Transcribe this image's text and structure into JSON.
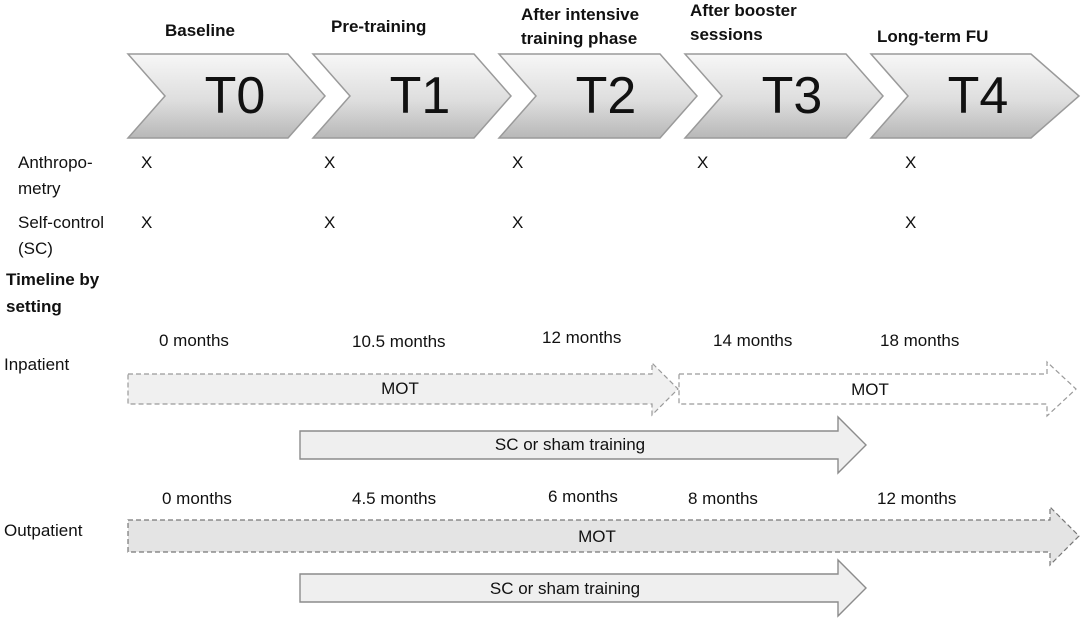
{
  "phases": [
    {
      "code": "T0",
      "title_lines": [
        "Baseline"
      ]
    },
    {
      "code": "T1",
      "title_lines": [
        "Pre-training"
      ]
    },
    {
      "code": "T2",
      "title_lines": [
        "After intensive",
        "training phase"
      ]
    },
    {
      "code": "T3",
      "title_lines": [
        "After booster",
        "sessions"
      ]
    },
    {
      "code": "T4",
      "title_lines": [
        "Long-term FU"
      ]
    }
  ],
  "measures": [
    {
      "label_lines": [
        "Anthropo-",
        "metry"
      ],
      "marks": [
        "X",
        "X",
        "X",
        "X",
        "X"
      ]
    },
    {
      "label_lines": [
        "Self-control",
        "(SC)"
      ],
      "marks": [
        "X",
        "X",
        "X",
        "",
        "X"
      ]
    }
  ],
  "timeline": {
    "title_lines": [
      "Timeline by",
      "setting"
    ],
    "settings": [
      {
        "label": "Inpatient",
        "months": [
          "0 months",
          "10.5 months",
          "12 months",
          "14 months",
          "18 months"
        ],
        "mot_label": "MOT",
        "mot_second_label": "MOT",
        "training_label": "SC or sham training"
      },
      {
        "label": "Outpatient",
        "months": [
          "0 months",
          "4.5 months",
          "6 months",
          "8 months",
          "12 months"
        ],
        "mot_label": "MOT",
        "training_label": "SC or sham training"
      }
    ]
  },
  "colors": {
    "chevron_light": "#f7f7f7",
    "chevron_dark": "#b8b8b8",
    "arrow_fill": "#efefef",
    "arrow_stroke": "#8c8c8c",
    "dashed_stroke": "#9a9a9a"
  }
}
